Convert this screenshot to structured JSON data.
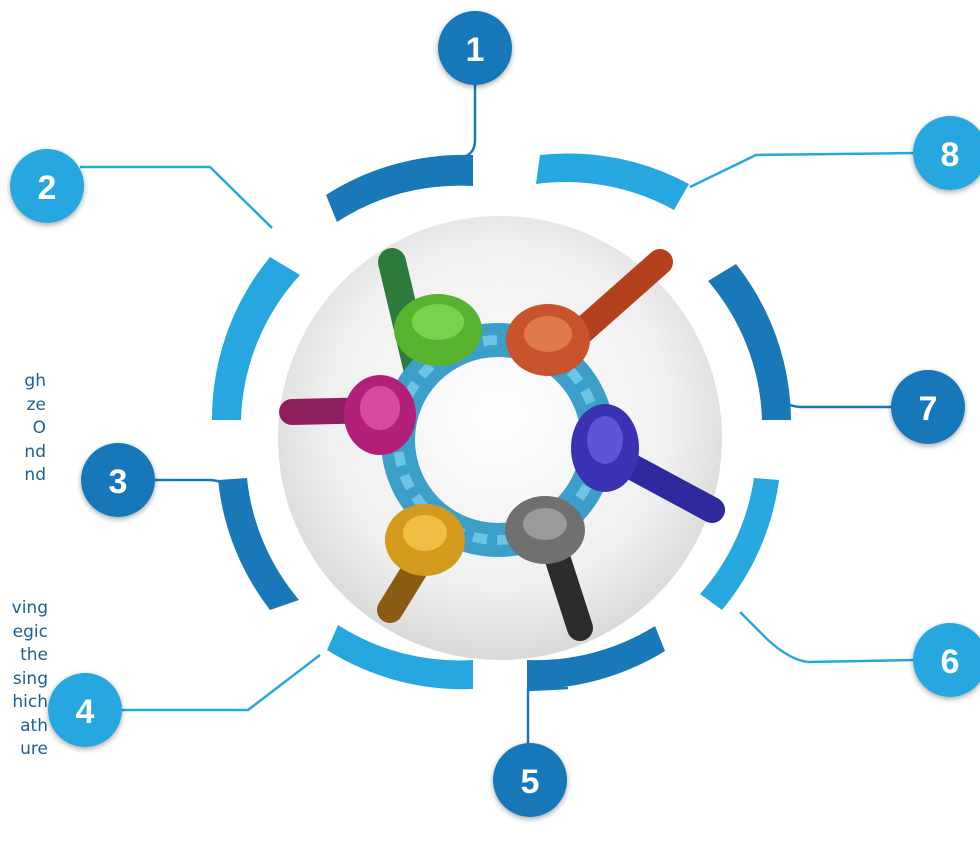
{
  "step_numbers": [
    "1",
    "2",
    "3",
    "4",
    "5",
    "6",
    "7",
    "8"
  ],
  "left_text_block_a": [
    "gh",
    "ze",
    "O",
    "nd",
    "nd"
  ],
  "left_text_block_b": [
    "ving",
    "egic",
    "the",
    "sing",
    "hich",
    "ath",
    "ure"
  ],
  "colors": {
    "dark_blue": "#1878b8",
    "light_blue": "#27a7df",
    "connector_accent": "#1aa34a",
    "text_blue": "#1d5e95"
  },
  "center_image": "colored-ropes-knotted-in-a-circle"
}
